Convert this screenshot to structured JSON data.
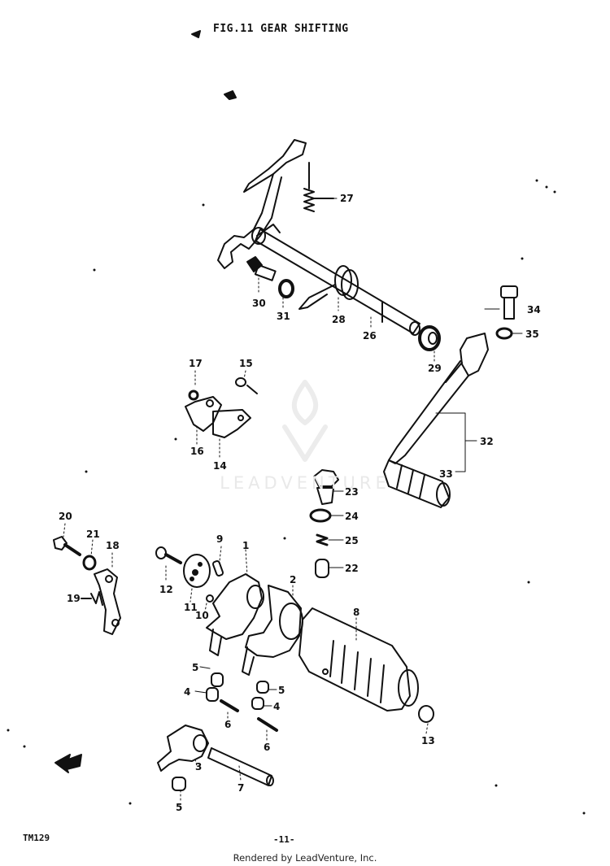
{
  "title": "FIG.11 GEAR SHIFTING",
  "figure_code": "TM129",
  "page_number": "-11-",
  "footer": "Rendered by LeadVenture, Inc.",
  "watermark": "LEADVENTURE",
  "callouts": {
    "c27": "27",
    "c30": "30",
    "c31": "31",
    "c28": "28",
    "c26": "26",
    "c34": "34",
    "c35": "35",
    "c29": "29",
    "c32": "32",
    "c33": "33",
    "c17": "17",
    "c15": "15",
    "c16": "16",
    "c14": "14",
    "c23": "23",
    "c24": "24",
    "c25": "25",
    "c22": "22",
    "c20": "20",
    "c21": "21",
    "c18": "18",
    "c19": "19",
    "c9": "9",
    "c1": "1",
    "c2": "2",
    "c12": "12",
    "c11": "11",
    "c10": "10",
    "c8": "8",
    "c5a": "5",
    "c4a": "4",
    "c5b": "5",
    "c4b": "4",
    "c6a": "6",
    "c6b": "6",
    "c13": "13",
    "c3": "3",
    "c7": "7",
    "c5c": "5"
  }
}
